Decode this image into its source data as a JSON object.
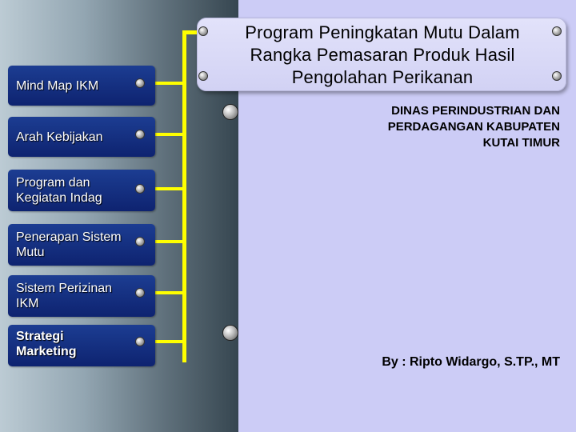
{
  "sidebar": {
    "items": [
      {
        "label": "Mind Map IKM"
      },
      {
        "label": "Arah Kebijakan"
      },
      {
        "label": "Program dan Kegiatan Indag"
      },
      {
        "label": "Penerapan Sistem Mutu"
      },
      {
        "label": "Sistem Perizinan IKM"
      },
      {
        "label": "Strategi Marketing"
      }
    ]
  },
  "header": {
    "title": "Program Peningkatan Mutu Dalam Rangka Pemasaran Produk Hasil Pengolahan Perikanan"
  },
  "main": {
    "organization": "DINAS PERINDUSTRIAN DAN PERDAGANGAN KABUPATEN KUTAI TIMUR",
    "author": "By : Ripto Widargo, S.TP., MT"
  },
  "colors": {
    "button_bg": "#15307f",
    "connector": "#ffff00",
    "content_bg": "#ccccf6",
    "title_bg": "#dcdcf8"
  }
}
